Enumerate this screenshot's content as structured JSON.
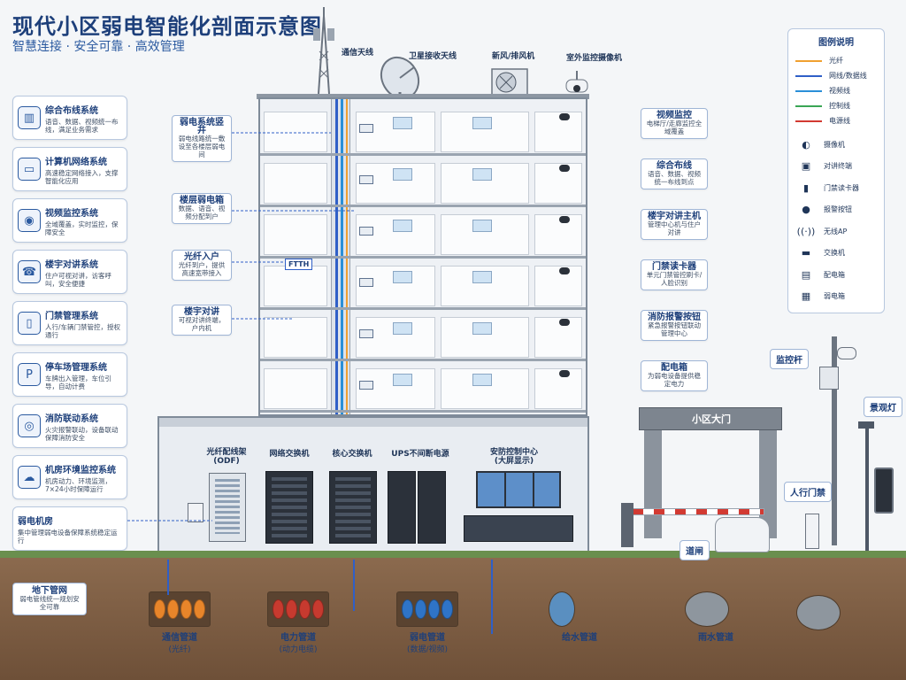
{
  "header": {
    "title": "现代小区弱电智能化剖面示意图",
    "subtitle": "智慧连接 · 安全可靠 · 高效管理"
  },
  "left_systems": [
    {
      "icon": "cabling-icon",
      "glyph": "▥",
      "title": "综合布线系统",
      "desc": "语音、数据、视频统一布线，满足业务需求"
    },
    {
      "icon": "computer-network-icon",
      "glyph": "▭",
      "title": "计算机网络系统",
      "desc": "高速稳定网络接入，支撑智能化应用"
    },
    {
      "icon": "cctv-icon",
      "glyph": "◉",
      "title": "视频监控系统",
      "desc": "全域覆盖，实时监控，保障安全"
    },
    {
      "icon": "intercom-icon",
      "glyph": "☎",
      "title": "楼宇对讲系统",
      "desc": "住户可视对讲，访客呼叫，安全便捷"
    },
    {
      "icon": "access-control-icon",
      "glyph": "▯",
      "title": "门禁管理系统",
      "desc": "人行/车辆门禁管控，授权通行"
    },
    {
      "icon": "parking-icon",
      "glyph": "P",
      "title": "停车场管理系统",
      "desc": "车牌出入管理，车位引导，自动计费"
    },
    {
      "icon": "fire-alarm-icon",
      "glyph": "◎",
      "title": "消防联动系统",
      "desc": "火灾报警联动，设备联动保障消防安全"
    },
    {
      "icon": "cloud-monitor-icon",
      "glyph": "☁",
      "title": "机房环境监控系统",
      "desc": "机房动力、环境监测，7×24小时保障运行"
    },
    {
      "icon": "server-room-icon",
      "glyph": "",
      "title": "弱电机房",
      "desc": "集中管理弱电设备保障系统稳定运行"
    }
  ],
  "roof_items": {
    "antenna": "通信天线",
    "satellite": "卫星接收天线",
    "fan": "新风/排风机",
    "camera": "室外监控摄像机"
  },
  "inner_callouts": [
    {
      "title": "弱电系统竖井",
      "desc": "弱电线路统一敷设至各楼层弱电间"
    },
    {
      "title": "楼层弱电箱",
      "desc": "数据、语音、视频分配到户"
    },
    {
      "title": "光纤入户",
      "desc": "光纤到户，提供高速宽带接入"
    },
    {
      "title": "楼宇对讲",
      "desc": "可视对讲终端，户内机"
    }
  ],
  "right_callouts": [
    {
      "title": "视频监控",
      "desc": "电梯厅/走廊监控全域覆盖"
    },
    {
      "title": "综合布线",
      "desc": "语音、数据、视频统一布线到点"
    },
    {
      "title": "楼宇对讲主机",
      "desc": "管理中心机与住户对讲"
    },
    {
      "title": "门禁读卡器",
      "desc": "单元门禁管控刷卡/人脸识别"
    },
    {
      "title": "消防报警按钮",
      "desc": "紧急报警按钮联动管理中心"
    },
    {
      "title": "配电箱",
      "desc": "为弱电设备提供稳定电力"
    }
  ],
  "ftth_label": "FTTH",
  "basement": {
    "odf": "光纤配线架\n(ODF)",
    "switch": "网络交换机",
    "core": "核心交换机",
    "ups": "UPS不间断电源",
    "control": "安防控制中心\n(大屏显示)"
  },
  "outdoor": {
    "gate": "小区大门",
    "pole": "监控杆",
    "lamp": "景观灯",
    "ped_gate": "人行门禁",
    "barrier": "道闸"
  },
  "underground": {
    "network": {
      "title": "地下管网",
      "desc": "弱电管线统一规划安全可靠"
    },
    "pipes": [
      {
        "title": "通信管道",
        "sub": "(光纤)",
        "color": "#e8852a"
      },
      {
        "title": "电力管道",
        "sub": "(动力电缆)",
        "color": "#c73a2f"
      },
      {
        "title": "弱电管道",
        "sub": "(数据/视频)",
        "color": "#2f74c7"
      },
      {
        "title": "给水管道",
        "sub": "",
        "color": "#5a8fc0"
      },
      {
        "title": "雨水管道",
        "sub": "",
        "color": "#8e969e"
      }
    ]
  },
  "legend": {
    "title": "图例说明",
    "lines": [
      {
        "label": "光纤",
        "color": "#f0a030"
      },
      {
        "label": "网线/数据线",
        "color": "#2f5fc7"
      },
      {
        "label": "视频线",
        "color": "#2a8fd8"
      },
      {
        "label": "控制线",
        "color": "#3aa655"
      },
      {
        "label": "电源线",
        "color": "#d23a32"
      }
    ],
    "icons": [
      {
        "label": "摄像机",
        "icon": "camera-icon",
        "glyph": "◐"
      },
      {
        "label": "对讲终端",
        "icon": "intercom-terminal-icon",
        "glyph": "▣"
      },
      {
        "label": "门禁读卡器",
        "icon": "card-reader-icon",
        "glyph": "▮"
      },
      {
        "label": "报警按钮",
        "icon": "alarm-button-icon",
        "glyph": "●"
      },
      {
        "label": "无线AP",
        "icon": "wireless-ap-icon",
        "glyph": "((·))"
      },
      {
        "label": "交换机",
        "icon": "switch-icon",
        "glyph": "▬"
      },
      {
        "label": "配电箱",
        "icon": "distribution-box-icon",
        "glyph": "▤"
      },
      {
        "label": "弱电箱",
        "icon": "weak-box-icon",
        "glyph": "▦"
      }
    ]
  }
}
